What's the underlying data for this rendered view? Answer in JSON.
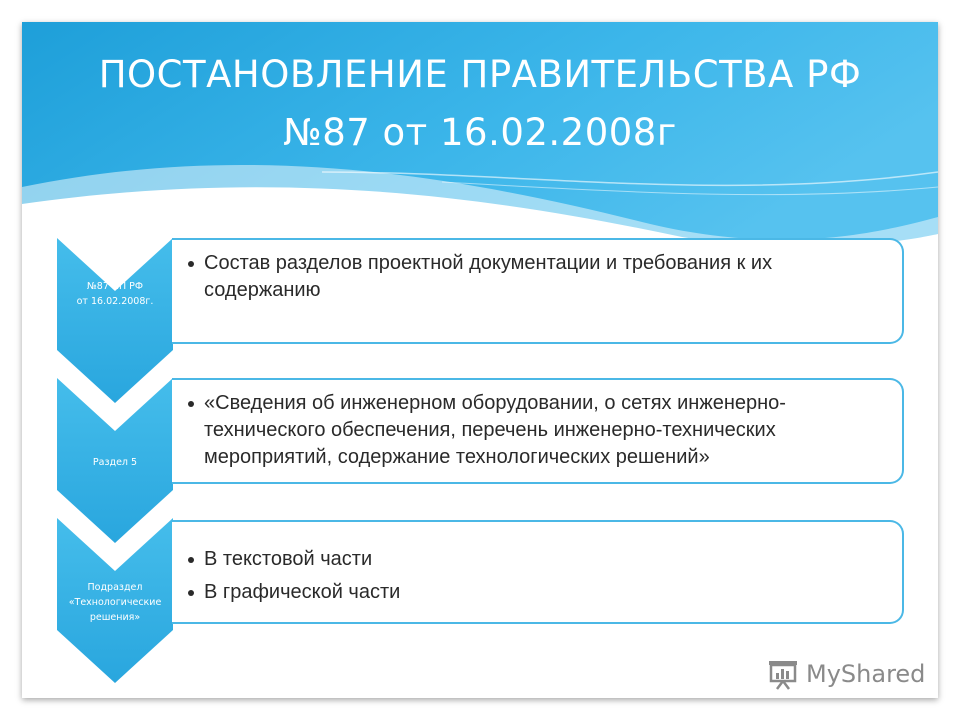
{
  "slide": {
    "title_line1": "ПОСТАНОВЛЕНИЕ ПРАВИТЕЛЬСТВА РФ",
    "title_line2": "№87 от 16.02.2008г"
  },
  "colors": {
    "header_blue": "#29a9e1",
    "chevron_blue": "#33b3e6",
    "box_border": "#4bb8e6"
  },
  "rows": [
    {
      "label_lines": [
        "№87 ПП РФ",
        "от 16.02.2008г."
      ],
      "bullets": [
        "Состав разделов проектной документации и требования к их содержанию"
      ]
    },
    {
      "label_lines": [
        "Раздел 5"
      ],
      "bullets": [
        "«Сведения об инженерном оборудовании, о сетях инженерно-технического обеспечения, перечень инженерно-технических мероприятий, содержание технологических решений»"
      ]
    },
    {
      "label_lines": [
        "Подраздел",
        "«Технологические",
        "решения»"
      ],
      "bullets": [
        "В текстовой части",
        "В графической части"
      ]
    }
  ],
  "watermark": {
    "text": "MyShared",
    "icon": "projector-screen-icon"
  }
}
